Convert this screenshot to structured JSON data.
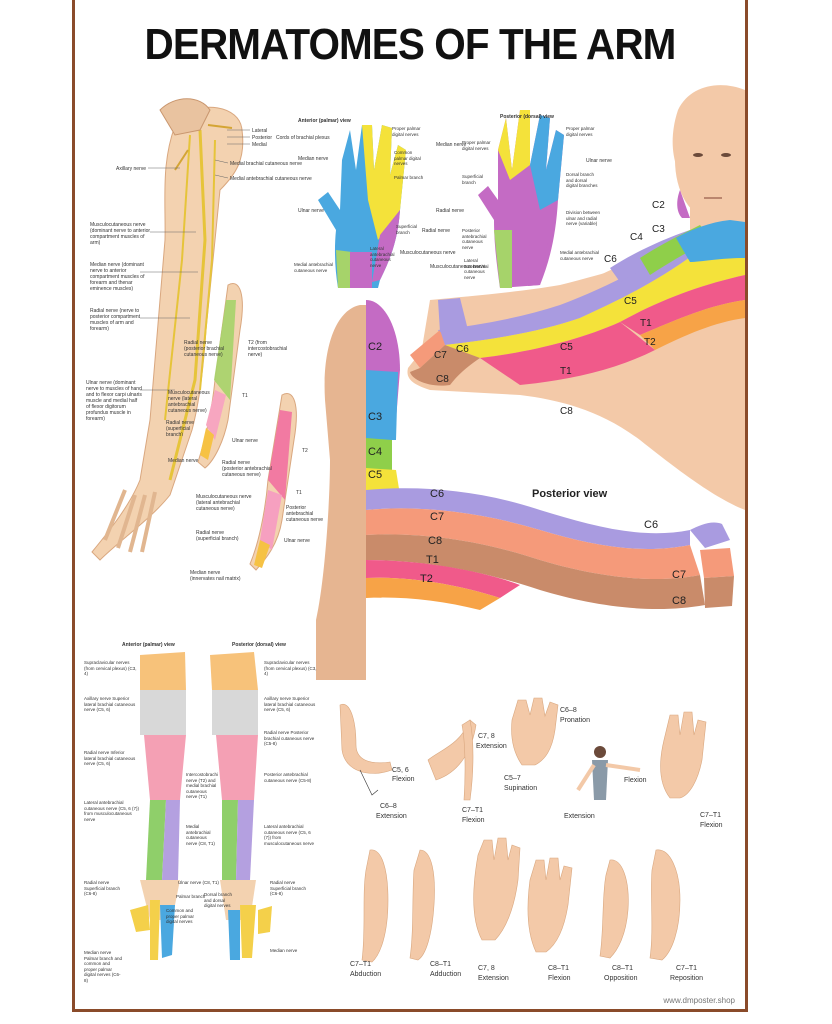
{
  "title": "DERMATOMES OF THE ARM",
  "views": {
    "anterior_palmar": "Anterior (palmar) view",
    "posterior_dorsal": "Posterior (dorsal) view",
    "posterior": "Posterior view"
  },
  "colors": {
    "C2": "#c46bc4",
    "C3": "#4aa8e0",
    "C4": "#8fcf4a",
    "C5": "#f4e23a",
    "C6": "#a99be0",
    "C7": "#f59a7a",
    "C8": "#c98b6a",
    "T1": "#f05a8a",
    "T2": "#f7a347",
    "skin": "#f3c9a8",
    "border": "#8a4b2a"
  },
  "dermatome_labels": {
    "C2": "C2",
    "C3": "C3",
    "C4": "C4",
    "C5": "C5",
    "C6": "C6",
    "C7": "C7",
    "C8": "C8",
    "T1": "T1",
    "T2": "T2"
  },
  "nerve_labels": {
    "axillary": "Axillary nerve",
    "musculocutaneous": "Musculocutaneous nerve (dominant nerve to anterior compartment muscles of arm)",
    "median": "Median nerve (dominant nerve to anterior compartment muscles of forearm and thenar eminence muscles)",
    "radial": "Radial nerve (nerve to posterior compartment muscles of arm and forearm)",
    "ulnar": "Ulnar nerve (dominant nerve to muscles of hand and to flexor carpi ulnaris muscle and medial half of flexor digitorum profundus muscle in forearm)",
    "lateral": "Lateral",
    "posterior": "Posterior",
    "medial": "Medial",
    "cords": "Cords of brachial plexus",
    "medial_brachial": "Medial brachial cutaneous nerve",
    "medial_antebrachial": "Medial antebrachial cutaneous nerve",
    "radial_post_brachial": "Radial nerve (posterior brachial cutaneous nerve)",
    "t2_intercosto": "T2 (from intercostobrachial nerve)",
    "musculo_lateral": "Musculocutaneous nerve (lateral antebrachial cutaneous nerve)",
    "t1": "T1",
    "radial_superficial": "Radial nerve (superficial branch)",
    "ulnar_nerve": "Ulnar nerve",
    "median_nerve": "Median nerve",
    "radial_post_antebrachial": "Radial nerve (posterior antebrachial cutaneous nerve)",
    "t2": "T2",
    "post_antebrachial": "Posterior antebrachial cutaneous nerve",
    "median_annotation": "Median nerve (innervates nail matrix)"
  },
  "hand_labels": {
    "proper_palmar": "Proper palmar digital nerves",
    "common_palmar": "Common palmar digital nerves",
    "palmar_branch": "Palmar branch",
    "median_nerve": "Median nerve",
    "ulnar_nerve": "Ulnar nerve",
    "superficial_branch": "Superficial branch",
    "radial_nerve": "Radial nerve",
    "lateral_antebrachial": "Lateral antebrachial cutaneous nerve",
    "musculocutaneous": "Musculocutaneous nerve",
    "medial_antebrachial": "Medial antebrachial cutaneous nerve",
    "dorsal_branch": "Dorsal branch and dorsal digital branches",
    "division_note": "Division between ulnar and radial nerve (variable)",
    "posterior_antebrachial": "Posterior antebrachial cutaneous nerve"
  },
  "body_labels": {
    "supraclavicular": "Supraclavicular nerves (from cervical plexus) (C3, 4)",
    "axillary": "Axillary nerve Superior lateral brachial cutaneous nerve (C5, 6)",
    "radial_inferior": "Radial nerve Inferior lateral brachial cutaneous nerve (C5, 6)",
    "intercosto": "Intercostobrachial nerve (T2) and medial brachial cutaneous nerve (T1)",
    "lateral_antebrachial": "Lateral antebrachial cutaneous nerve (C5, 6 (7)) from musculocutaneous nerve",
    "medial_antebrachial": "Medial antebrachial cutaneous nerve (C8, T1)",
    "ulnar_c8t1": "Ulnar nerve (C8, T1)",
    "palmar_branch": "Palmar branch",
    "common_proper": "Common and proper palmar digital nerves",
    "dorsal_branch": "Dorsal branch and dorsal digital nerves",
    "radial_superficial": "Radial nerve Superficial branch (C6-8)",
    "median_palmar": "Median nerve Palmar branch and common and proper palmar digital nerves (C6-8)",
    "posterior_radial": "Radial nerve Posterior brachial cutaneous nerve (C5-8)",
    "posterior_antebrachial": "Posterior antebrachial cutaneous nerve (C5-8)"
  },
  "movements": [
    {
      "segment": "C5, 6",
      "action": "Flexion"
    },
    {
      "segment": "C6–8",
      "action": "Extension"
    },
    {
      "segment": "C7, 8",
      "action": "Extension"
    },
    {
      "segment": "C7–T1",
      "action": "Flexion"
    },
    {
      "segment": "C6–8",
      "action": "Pronation"
    },
    {
      "segment": "C5–7",
      "action": "Supination"
    },
    {
      "segment": "",
      "action": "Flexion"
    },
    {
      "segment": "",
      "action": "Extension"
    },
    {
      "segment": "C7–T1",
      "action": "Flexion"
    },
    {
      "segment": "C7–T1",
      "action": "Abduction"
    },
    {
      "segment": "C8–T1",
      "action": "Adduction"
    },
    {
      "segment": "C7, 8",
      "action": "Extension"
    },
    {
      "segment": "C8–T1",
      "action": "Flexion"
    },
    {
      "segment": "C8–T1",
      "action": "Opposition"
    },
    {
      "segment": "C7–T1",
      "action": "Reposition"
    }
  ],
  "credit": "www.dmposter.shop"
}
